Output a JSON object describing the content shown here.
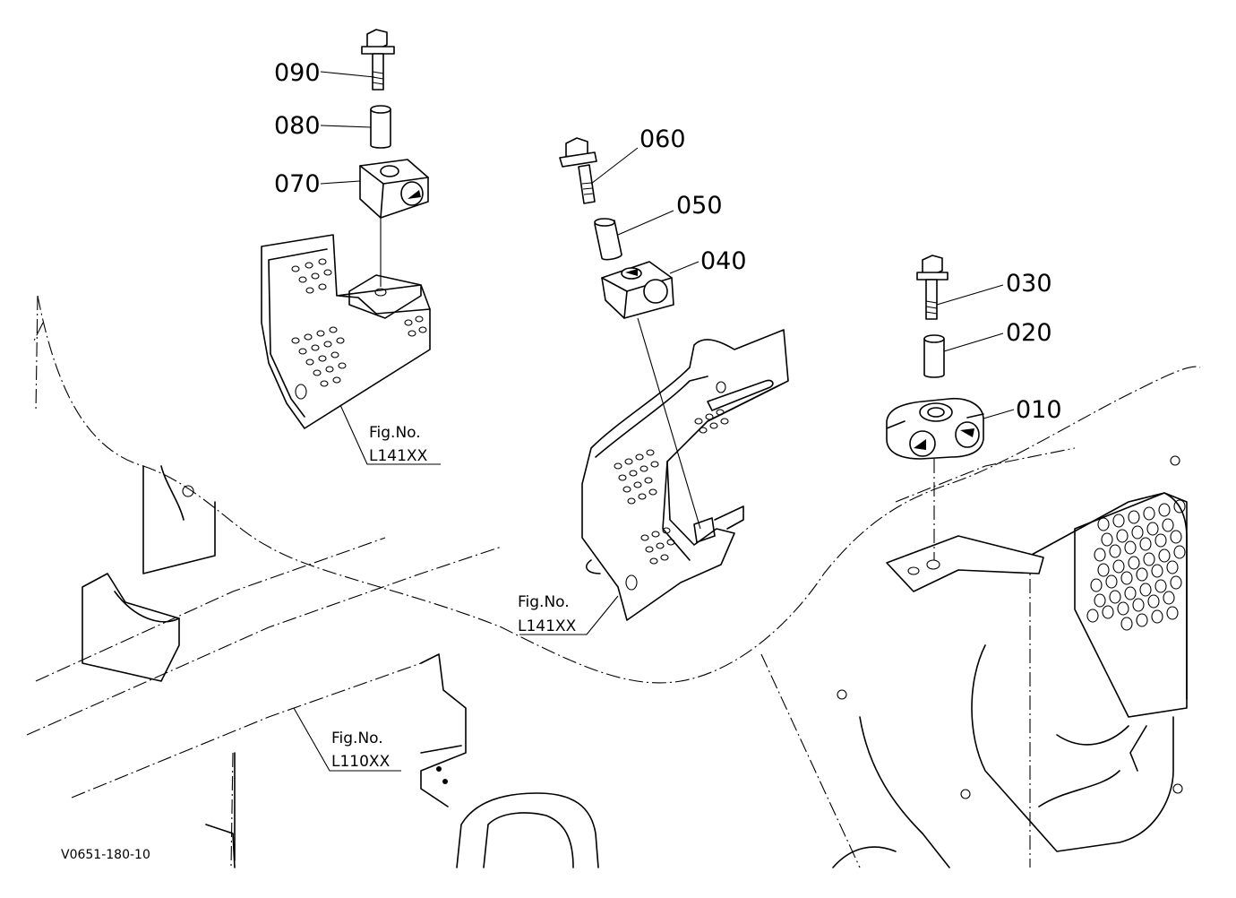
{
  "callouts": [
    {
      "id": "c090",
      "text": "090"
    },
    {
      "id": "c080",
      "text": "080"
    },
    {
      "id": "c070",
      "text": "070"
    },
    {
      "id": "c060",
      "text": "060"
    },
    {
      "id": "c050",
      "text": "050"
    },
    {
      "id": "c040",
      "text": "040"
    },
    {
      "id": "c030",
      "text": "030"
    },
    {
      "id": "c020",
      "text": "020"
    },
    {
      "id": "c010",
      "text": "010"
    }
  ],
  "figure_refs": [
    {
      "id": "f1",
      "title": "Fig.No.",
      "code": "L141XX"
    },
    {
      "id": "f2",
      "title": "Fig.No.",
      "code": "L141XX"
    },
    {
      "id": "f3",
      "title": "Fig.No.",
      "code": "L110XX"
    }
  ],
  "drawing_code": "V0651-180-10"
}
